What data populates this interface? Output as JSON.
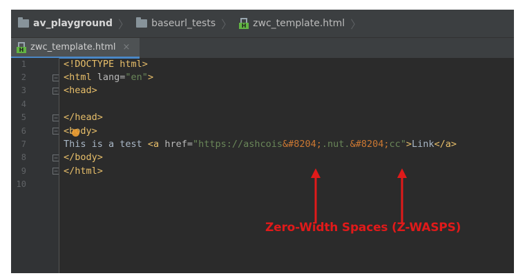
{
  "breadcrumbs": [
    {
      "label": "av_playground",
      "icon": "folder-icon",
      "bold": true
    },
    {
      "label": "baseurl_tests",
      "icon": "folder-icon",
      "bold": false
    },
    {
      "label": "zwc_template.html",
      "icon": "html-file-icon",
      "bold": false
    }
  ],
  "tab": {
    "label": "zwc_template.html",
    "icon": "html-file-icon",
    "close": "×"
  },
  "file_icon_letter": "H",
  "line_numbers": [
    "1",
    "2",
    "3",
    "4",
    "5",
    "6",
    "7",
    "8",
    "9",
    "10"
  ],
  "code": {
    "l1": "<!DOCTYPE html>",
    "l2_tag": "<html",
    "l2_attr": " lang=",
    "l2_val": "\"en\"",
    "l2_close": ">",
    "l3": "<head>",
    "l5": "</head>",
    "l6_pre": "<",
    "l6_tag": "body>",
    "l7_text": "This is a test ",
    "l7_tag_open": "<a",
    "l7_attr": " href=",
    "l7_val1": "\"https://ashcois",
    "l7_ent1": "&#8204;",
    "l7_val2": ".nut.",
    "l7_ent2": "&#8204;",
    "l7_val3": "cc\"",
    "l7_gt": ">",
    "l7_link": "Link",
    "l7_close": "</a>",
    "l8": "</body>",
    "l9": "</html>"
  },
  "annotation": "Zero-Width Spaces (Z-WASPS)",
  "colors": {
    "annotation": "#e01a1a",
    "tag": "#e8bf6a",
    "string": "#6a8759",
    "entity": "#cc7832"
  }
}
